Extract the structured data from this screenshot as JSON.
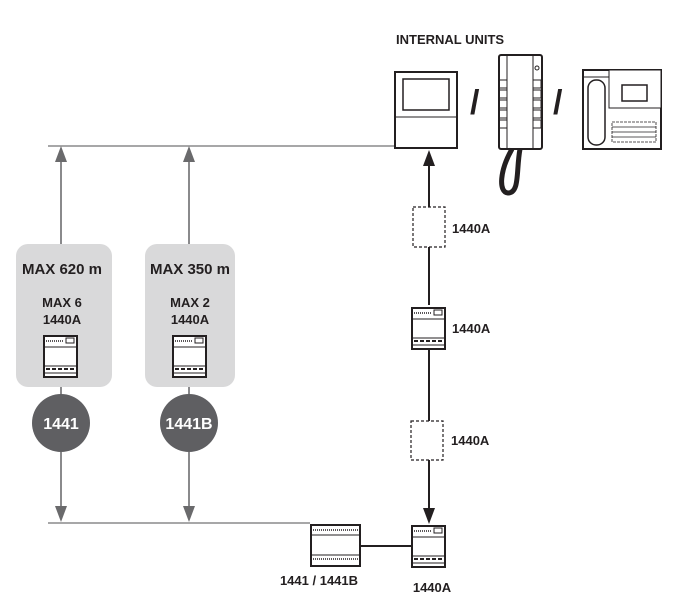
{
  "title": "INTERNAL UNITS",
  "separator": "/",
  "branches": [
    {
      "distance": "MAX 620 m",
      "max_count": "MAX 6",
      "model": "1440A",
      "node": "1441"
    },
    {
      "distance": "MAX 350 m",
      "max_count": "MAX 2",
      "model": "1440A",
      "node": "1441B"
    }
  ],
  "riser_labels": [
    "1440A",
    "1440A",
    "1440A"
  ],
  "bottom_labels": {
    "power_supply": "1441 / 1441B",
    "amplifier": "1440A"
  },
  "colors": {
    "gray_line": "#8a8a8c",
    "dark_circle": "#5f5f62",
    "box_fill": "#d9d9da",
    "ink": "#231f20"
  }
}
